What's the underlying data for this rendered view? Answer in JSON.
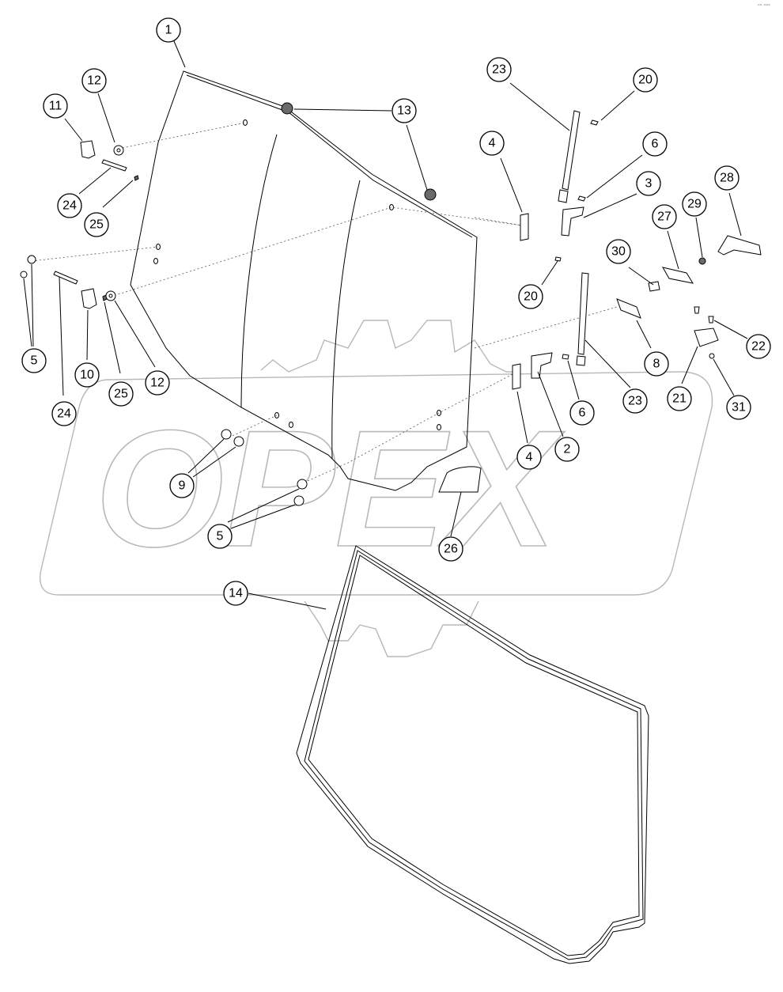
{
  "watermark": {
    "text": "OPEX"
  },
  "corner_mark": "°° °°°",
  "callouts": [
    {
      "label": "1"
    },
    {
      "label": "12"
    },
    {
      "label": "11"
    },
    {
      "label": "24"
    },
    {
      "label": "25"
    },
    {
      "label": "13"
    },
    {
      "label": "5"
    },
    {
      "label": "10"
    },
    {
      "label": "25"
    },
    {
      "label": "12"
    },
    {
      "label": "24"
    },
    {
      "label": "9"
    },
    {
      "label": "5"
    },
    {
      "label": "23"
    },
    {
      "label": "20"
    },
    {
      "label": "4"
    },
    {
      "label": "6"
    },
    {
      "label": "3"
    },
    {
      "label": "28"
    },
    {
      "label": "27"
    },
    {
      "label": "29"
    },
    {
      "label": "30"
    },
    {
      "label": "20"
    },
    {
      "label": "22"
    },
    {
      "label": "8"
    },
    {
      "label": "23"
    },
    {
      "label": "21"
    },
    {
      "label": "31"
    },
    {
      "label": "6"
    },
    {
      "label": "4"
    },
    {
      "label": "2"
    },
    {
      "label": "26"
    },
    {
      "label": "14"
    }
  ]
}
